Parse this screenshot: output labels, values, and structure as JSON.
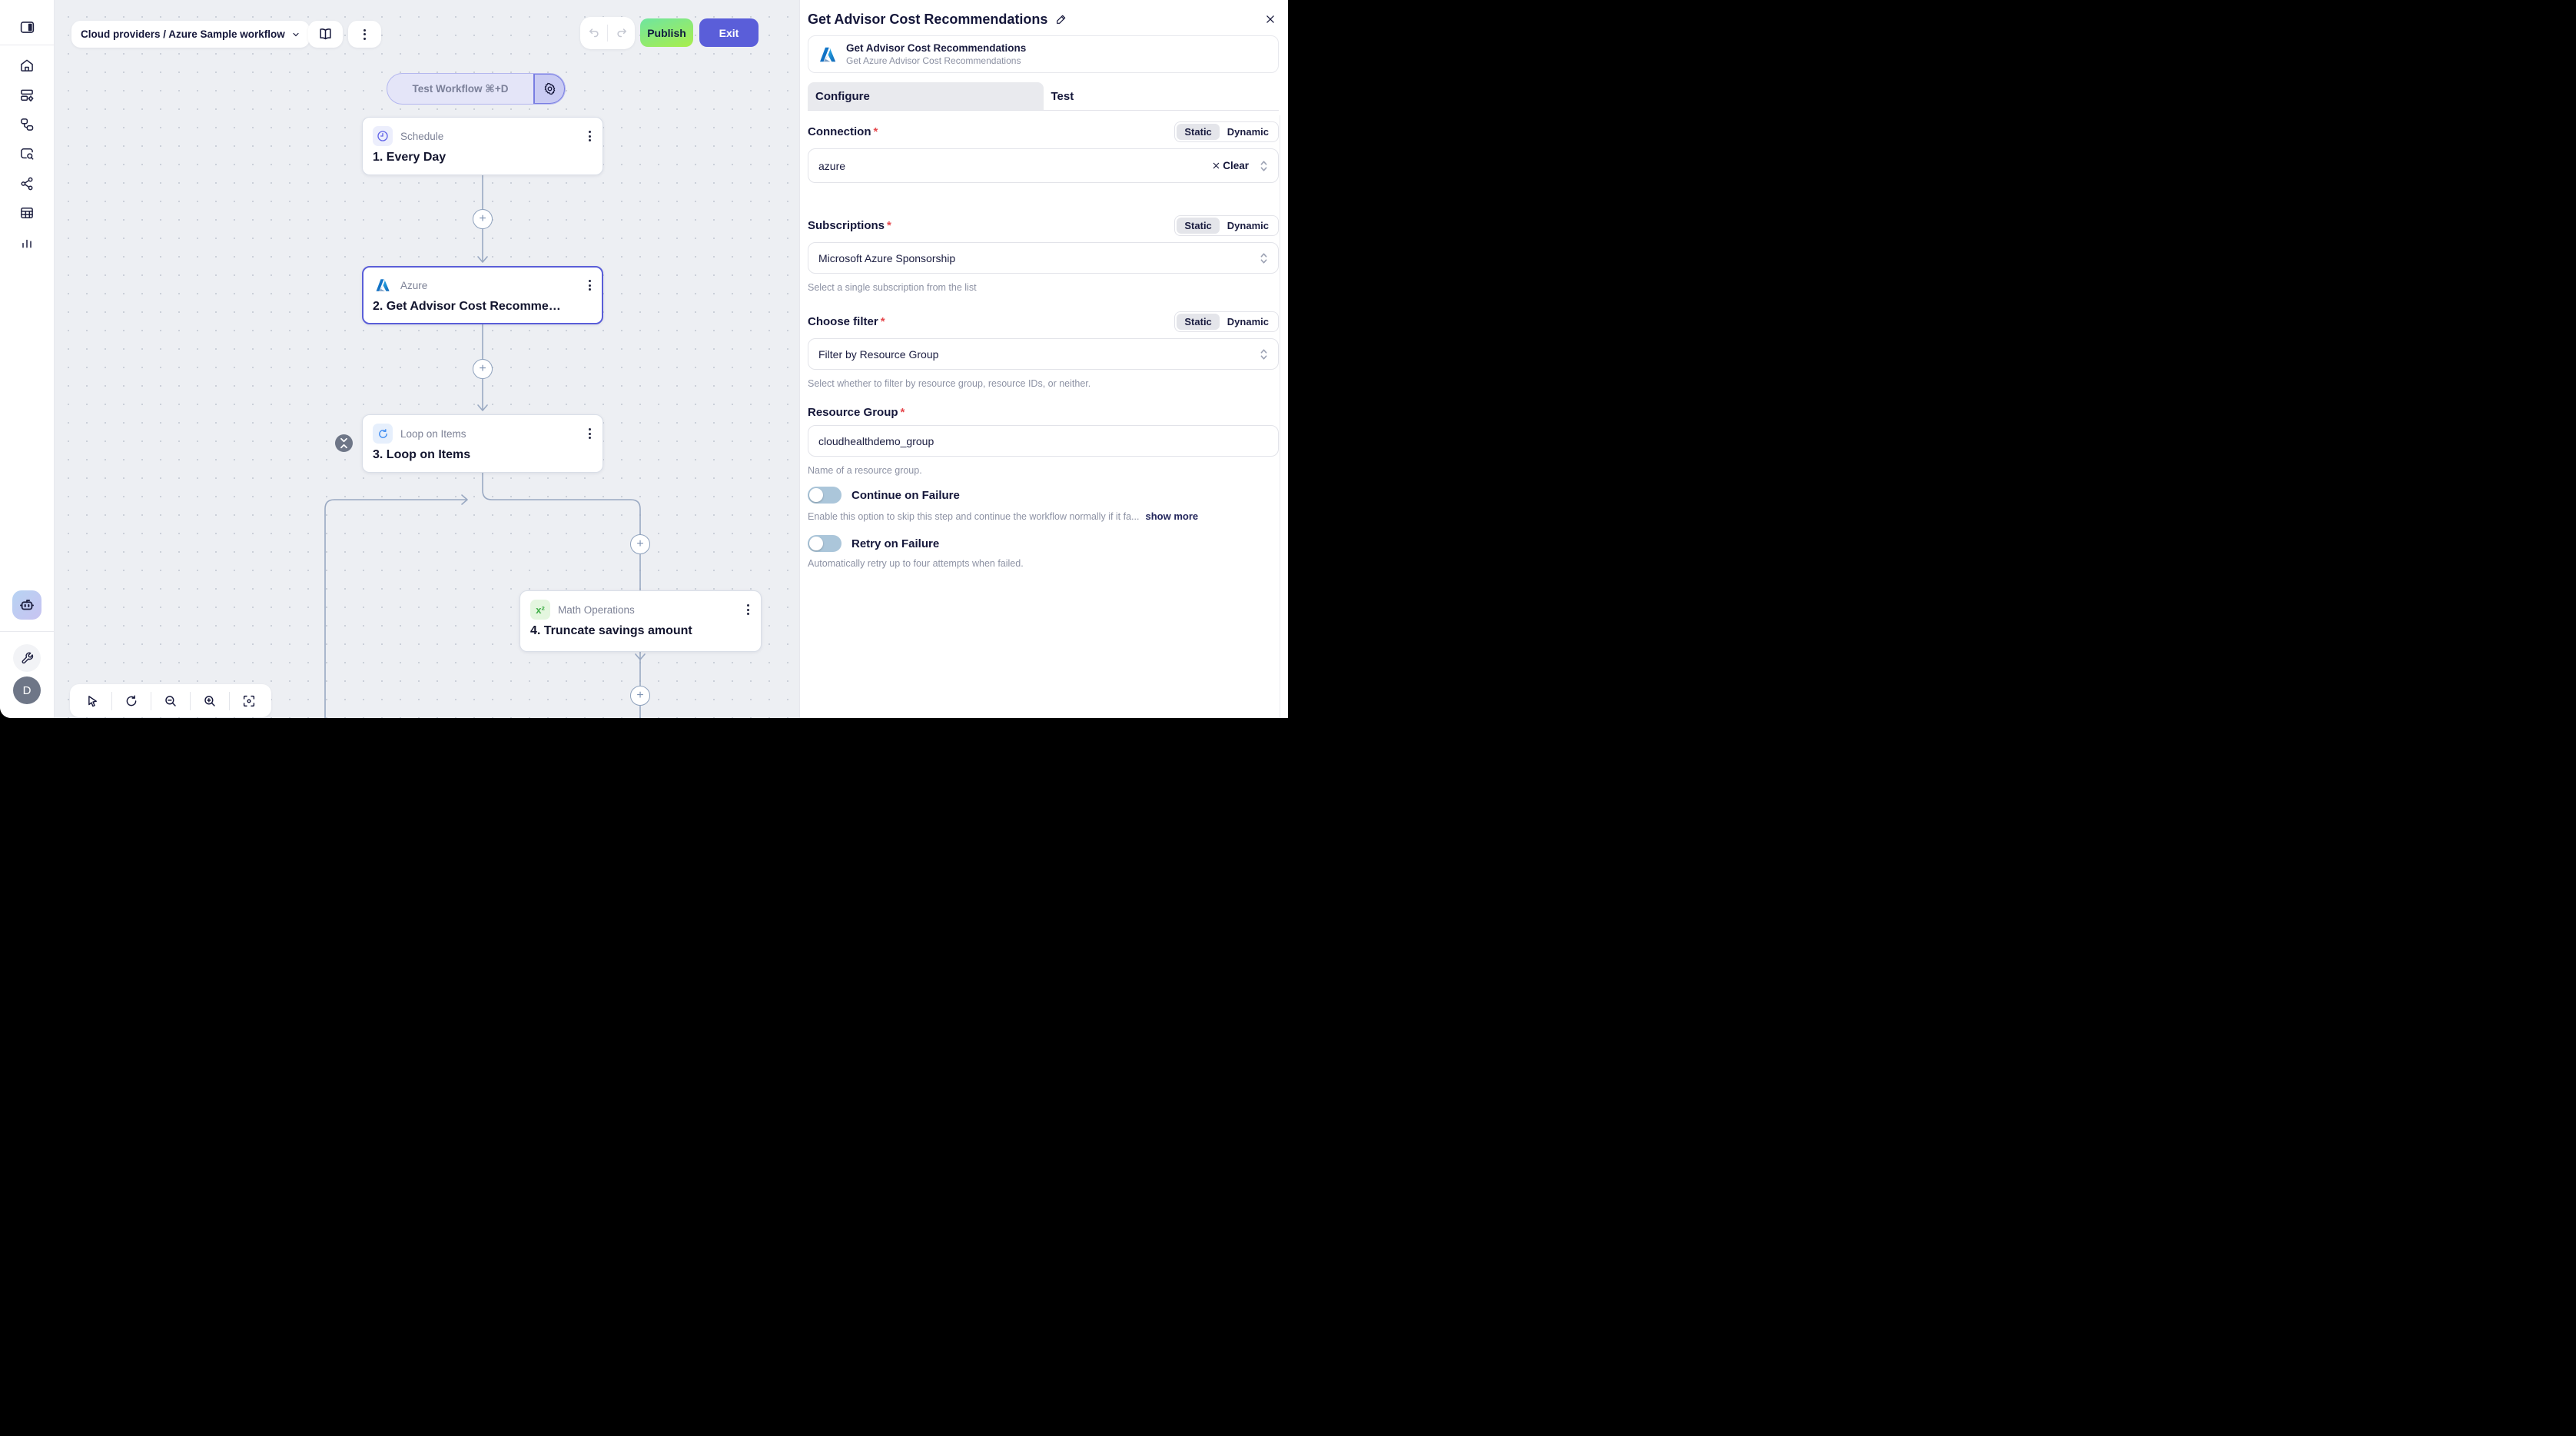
{
  "topbar": {
    "breadcrumb": "Cloud providers / Azure Sample workflow",
    "publish_label": "Publish",
    "exit_label": "Exit"
  },
  "sidebar": {
    "avatar_initial": "D"
  },
  "canvas": {
    "test_button_label": "Test Workflow ⌘+D",
    "math_icon_glyph": "x²",
    "nodes": [
      {
        "app": "Schedule",
        "title": "1. Every Day"
      },
      {
        "app": "Azure",
        "title": "2. Get Advisor Cost Recomme…"
      },
      {
        "app": "Loop on Items",
        "title": "3. Loop on Items"
      },
      {
        "app": "Math Operations",
        "title": "4. Truncate savings amount"
      }
    ]
  },
  "panel": {
    "title": "Get Advisor Cost Recommendations",
    "required_marker": "*",
    "integration": {
      "title": "Get Advisor Cost Recommendations",
      "subtitle": "Get Azure Advisor Cost Recommendations"
    },
    "tabs": {
      "configure": "Configure",
      "test": "Test"
    },
    "modes": {
      "static": "Static",
      "dynamic": "Dynamic"
    },
    "connection": {
      "label": "Connection",
      "value": "azure",
      "clear_label": "Clear"
    },
    "subscriptions": {
      "label": "Subscriptions",
      "value": "Microsoft Azure Sponsorship",
      "hint": "Select a single subscription from the list"
    },
    "choose_filter": {
      "label": "Choose filter",
      "value": "Filter by Resource Group",
      "hint": "Select whether to filter by resource group, resource IDs, or neither."
    },
    "resource_group": {
      "label": "Resource Group",
      "value": "cloudhealthdemo_group",
      "hint": "Name of a resource group."
    },
    "continue_on_failure": {
      "label": "Continue on Failure",
      "hint": "Enable this option to skip this step and continue the workflow normally if it fa...",
      "link": "show more"
    },
    "retry_on_failure": {
      "label": "Retry on Failure",
      "hint": "Automatically retry up to four attempts when failed."
    }
  }
}
